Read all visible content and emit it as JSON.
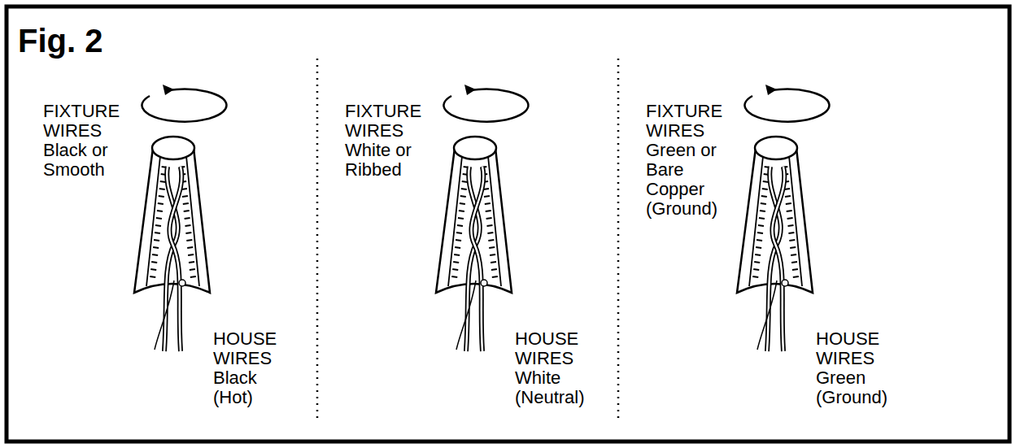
{
  "diagram": {
    "title": "Fig. 2",
    "labels": [
      "FIXTURE WIRES",
      "Black or Smooth",
      "HOUSE WIRES",
      "Black (Hot)",
      "FIXTURE WIRES",
      "White or Ribbed",
      "HOUSE WIRES",
      "White (Neutral)",
      "FIXTURE WIRES",
      "Green or Bare Copper (Ground)",
      "HOUSE WIRES",
      "Green (Ground)"
    ]
  }
}
